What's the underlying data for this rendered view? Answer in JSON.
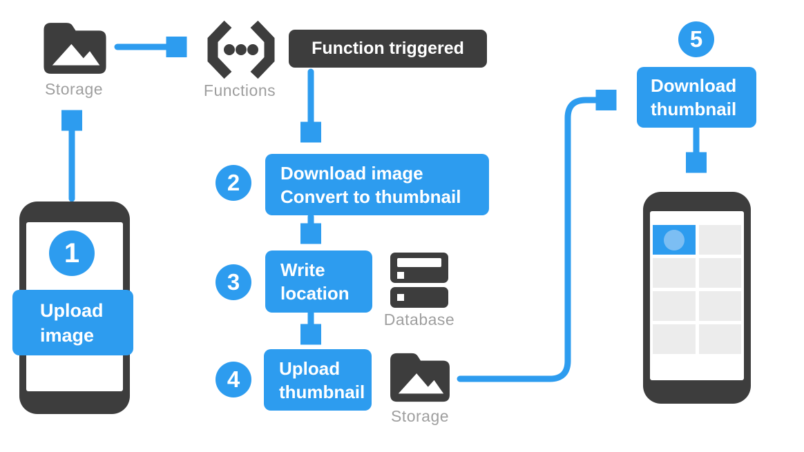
{
  "colors": {
    "accent": "#2d9cef",
    "dark": "#3d3d3d",
    "label_gray": "#9e9e9e",
    "tile_gray": "#ececec",
    "thumbnail_circle": "#7cbef3"
  },
  "badge": {
    "label": "Function triggered"
  },
  "steps": [
    {
      "num": "1",
      "line1": "Upload",
      "line2": "image"
    },
    {
      "num": "2",
      "line1": "Download image",
      "line2": "Convert to thumbnail"
    },
    {
      "num": "3",
      "line1": "Write",
      "line2": "location"
    },
    {
      "num": "4",
      "line1": "Upload",
      "line2": "thumbnail"
    },
    {
      "num": "5",
      "line1": "Download",
      "line2": "thumbnail"
    }
  ],
  "icons": {
    "storage_top": {
      "label": "Storage"
    },
    "functions": {
      "label": "Functions"
    },
    "database": {
      "label": "Database"
    },
    "storage_bottom": {
      "label": "Storage"
    }
  }
}
